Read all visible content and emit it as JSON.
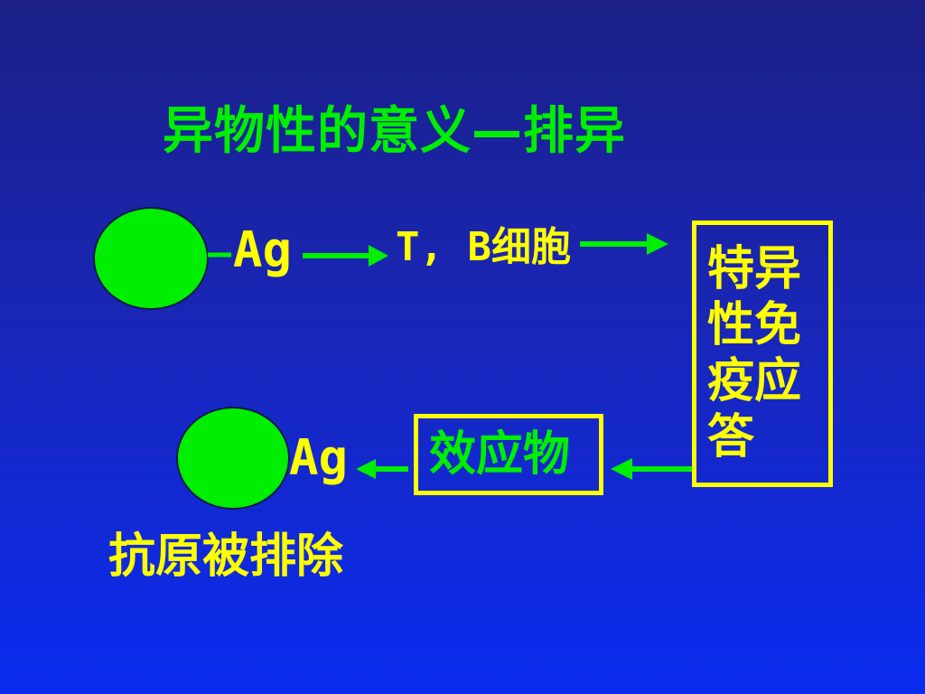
{
  "title": "异物性的意义—排异",
  "antigen_top": "Ag",
  "cells_label": "T, B细胞",
  "specific_response": "特异性免疫应答",
  "effector": "效应物",
  "antigen_bottom": "Ag",
  "result": "抗原被排除",
  "colors": {
    "green": "#00ee00",
    "yellow": "#ffff00",
    "background": "#1926b6"
  }
}
